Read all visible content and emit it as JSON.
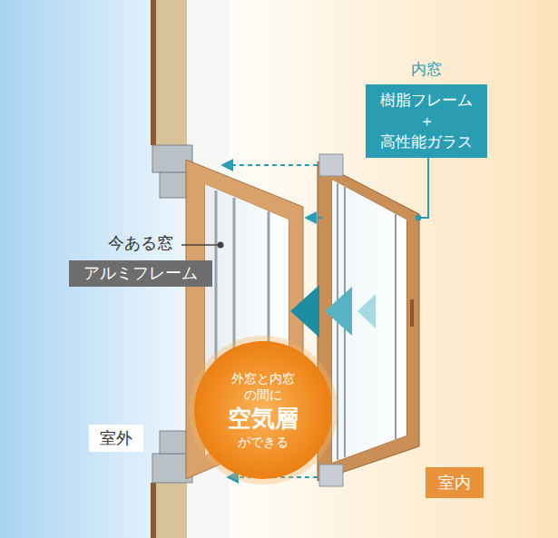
{
  "diagram": {
    "nodes": [
      {
        "text": [
          "内窓",
          "樹脂フレーム ＋ 高性能ガラス"
        ]
      },
      {
        "text": [
          "今ある窓",
          "アルミフレーム"
        ]
      },
      {
        "text": [
          "外窓と内窓 の間に",
          "空気層",
          "ができる"
        ]
      },
      {
        "text": [
          "室外"
        ]
      },
      {
        "text": [
          "室内"
        ]
      }
    ]
  }
}
